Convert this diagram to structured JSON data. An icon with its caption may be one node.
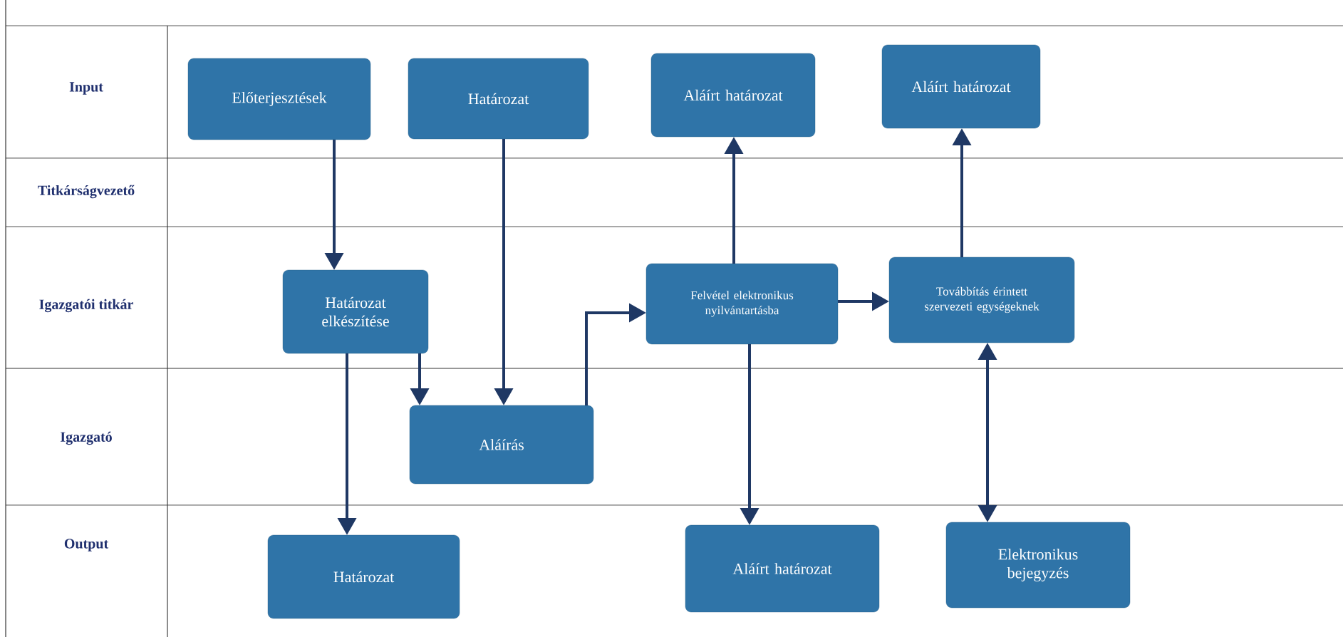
{
  "diagram": {
    "nodes": [
      {
        "text": [
          "Előterjesztések"
        ]
      },
      {
        "text": [
          "Határozat"
        ]
      },
      {
        "text": [
          "Aláírt határozat"
        ]
      },
      {
        "text": [
          "Aláírt határozat"
        ]
      },
      {
        "text": [
          "Határozat elkészítése"
        ]
      },
      {
        "text": [
          "Felvétel elektronikus nyilvántartásba"
        ]
      },
      {
        "text": [
          "Továbbítás érintett szervezeti egységeknek"
        ]
      },
      {
        "text": [
          "Aláírás"
        ]
      },
      {
        "text": [
          "Határozat"
        ]
      },
      {
        "text": [
          "Aláírt határozat"
        ]
      },
      {
        "text": [
          "Elektronikus bejegyzés"
        ]
      }
    ],
    "edges": [
      {
        "from": 0,
        "to": 4,
        "arrow": "to"
      },
      {
        "from": 1,
        "to": 7,
        "arrow": "to"
      },
      {
        "from": 4,
        "to": 7,
        "arrow": "to"
      },
      {
        "from": 4,
        "to": 8,
        "arrow": "to"
      },
      {
        "from": 7,
        "to": 5,
        "arrow": "to"
      },
      {
        "from": 5,
        "to": 2,
        "arrow": "to"
      },
      {
        "from": 5,
        "to": 9,
        "arrow": "to"
      },
      {
        "from": 5,
        "to": 6,
        "arrow": "to"
      },
      {
        "from": 6,
        "to": 3,
        "arrow": "to"
      },
      {
        "from": 6,
        "to": 10,
        "arrow": "both"
      }
    ],
    "labels": [
      "Input",
      "Titkárságvezető",
      "Igazgatói titkár",
      "Igazgató",
      "Output"
    ]
  }
}
